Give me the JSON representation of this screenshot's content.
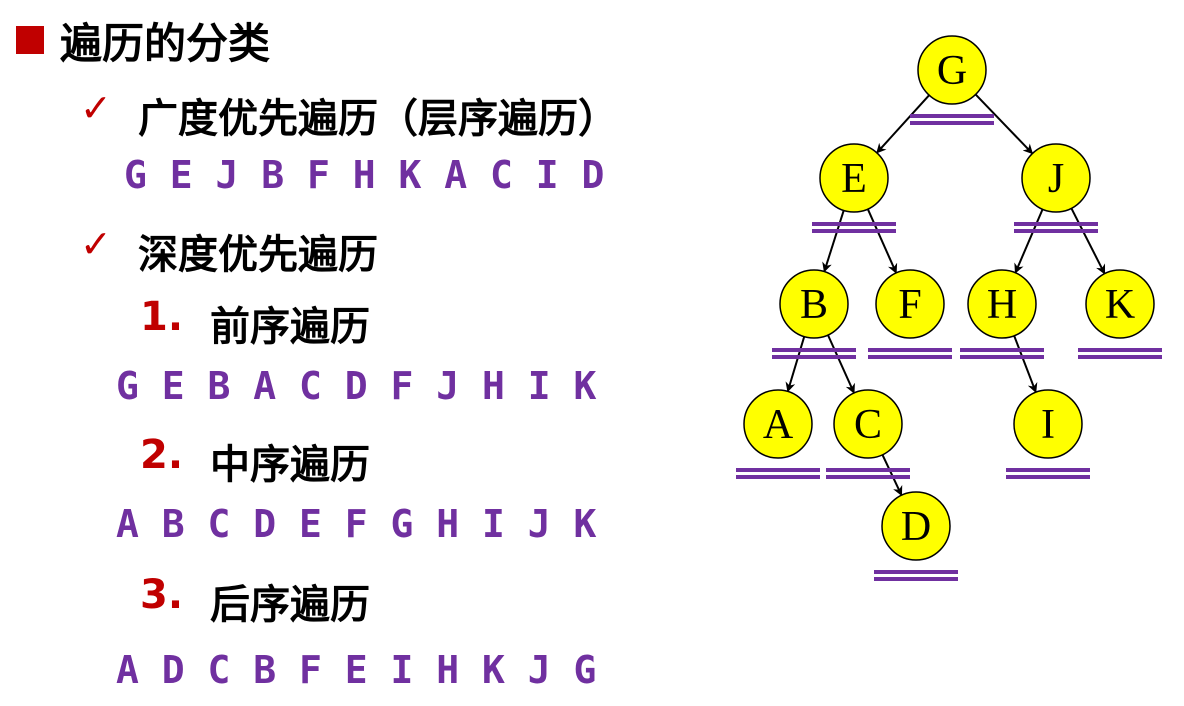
{
  "section": {
    "title": "遍历的分类"
  },
  "bfs": {
    "check": "✓",
    "label": "广度优先遍历（层序遍历）",
    "sequence": "G E J B F H K A C I D"
  },
  "dfs": {
    "check": "✓",
    "label": "深度优先遍历",
    "preorder": {
      "num": "1.",
      "label": "前序遍历",
      "sequence": "G E B A C D F J H I K"
    },
    "inorder": {
      "num": "2.",
      "label": "中序遍历",
      "sequence": "A B C D E F G H I J K"
    },
    "postorder": {
      "num": "3.",
      "label": "后序遍历",
      "sequence": "A D C B F E I H K J G"
    }
  },
  "tree": {
    "node_color": "#ffff00",
    "underline_color": "#7030a0",
    "nodes": [
      {
        "id": "G",
        "label": "G"
      },
      {
        "id": "E",
        "label": "E"
      },
      {
        "id": "J",
        "label": "J"
      },
      {
        "id": "B",
        "label": "B"
      },
      {
        "id": "F",
        "label": "F"
      },
      {
        "id": "H",
        "label": "H"
      },
      {
        "id": "K",
        "label": "K"
      },
      {
        "id": "A",
        "label": "A"
      },
      {
        "id": "C",
        "label": "C"
      },
      {
        "id": "I",
        "label": "I"
      },
      {
        "id": "D",
        "label": "D"
      }
    ],
    "edges": [
      [
        "G",
        "E"
      ],
      [
        "G",
        "J"
      ],
      [
        "E",
        "B"
      ],
      [
        "E",
        "F"
      ],
      [
        "J",
        "H"
      ],
      [
        "J",
        "K"
      ],
      [
        "B",
        "A"
      ],
      [
        "B",
        "C"
      ],
      [
        "H",
        "I"
      ],
      [
        "C",
        "D"
      ]
    ]
  }
}
